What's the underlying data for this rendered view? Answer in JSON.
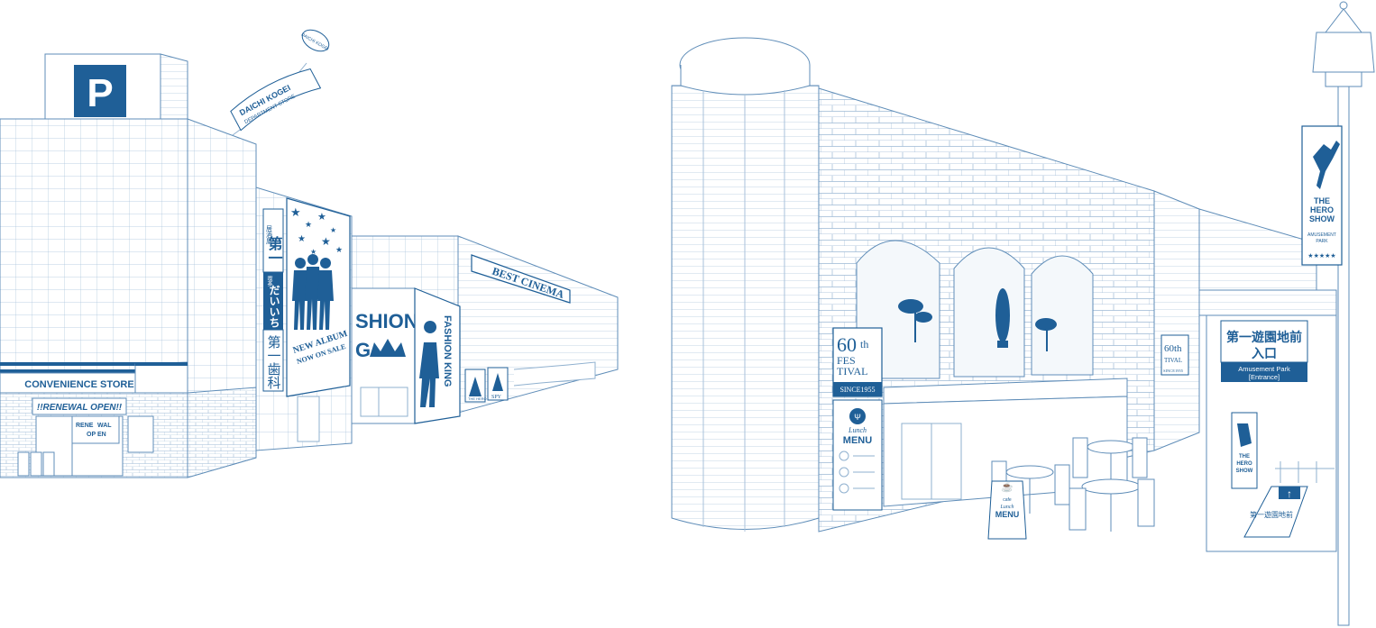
{
  "colors": {
    "ink": "#1f5f97",
    "line": "#8fb0cf",
    "light": "#c9dbea",
    "white": "#ffffff"
  },
  "left_street": {
    "parking_sign": "P",
    "balloon": {
      "logo": "DAICHI KOGEI",
      "banner_line1": "DAICHI KOGEI",
      "banner_line2": "DEPARTMENT STORE"
    },
    "convenience_store": {
      "name": "CONVENIENCE STORE",
      "banner": "!!RENEWAL OPEN!!",
      "window_left": "RENE\nOP",
      "window_right": "WAL\nEN"
    },
    "izakaya_sign": {
      "small": "居酒屋",
      "big": "第一",
      "cafe_small": "喫茶",
      "cafe_big": "だいいち",
      "dental": "第一歯科"
    },
    "album_poster": {
      "line1": "NEW ALBUM",
      "line2": "NOW ON SALE"
    },
    "fashion_sign_front": {
      "line1": "SHION",
      "line2": "G"
    },
    "fashion_poster": "FASHION KING",
    "cinema": {
      "name": "BEST CINEMA",
      "poster1": "THE HERO",
      "poster2": "SPY"
    }
  },
  "right_street": {
    "festival_banner": {
      "number": "60",
      "suffix": "th",
      "word1": "FES",
      "word2": "TIVAL",
      "since": "SINCE1955"
    },
    "festival_banner_small": {
      "number": "60th",
      "word": "TIVAL",
      "since": "SINCE1955"
    },
    "lunch_board": {
      "line1": "Lunch",
      "line2": "MENU"
    },
    "cafe_sign": {
      "cafe": "cafe",
      "line1": "Lunch",
      "line2": "MENU"
    },
    "station_sign": {
      "jp_line1": "第一遊園地前",
      "jp_line2": "入口",
      "en_line1": "Amusement Park",
      "en_line2": "[Entrance]"
    },
    "hero_show_flag": {
      "title_line1": "THE",
      "title_line2": "HERO",
      "title_line3": "SHOW",
      "sub_line1": "AMUSEMENT",
      "sub_line2": "PARK",
      "stars": "★★★★★"
    },
    "hero_show_poster": {
      "line1": "THE",
      "line2": "HERO",
      "line3": "SHOW"
    },
    "floor_marking": {
      "arrow": "↑",
      "text": "第一遊園地前"
    }
  }
}
